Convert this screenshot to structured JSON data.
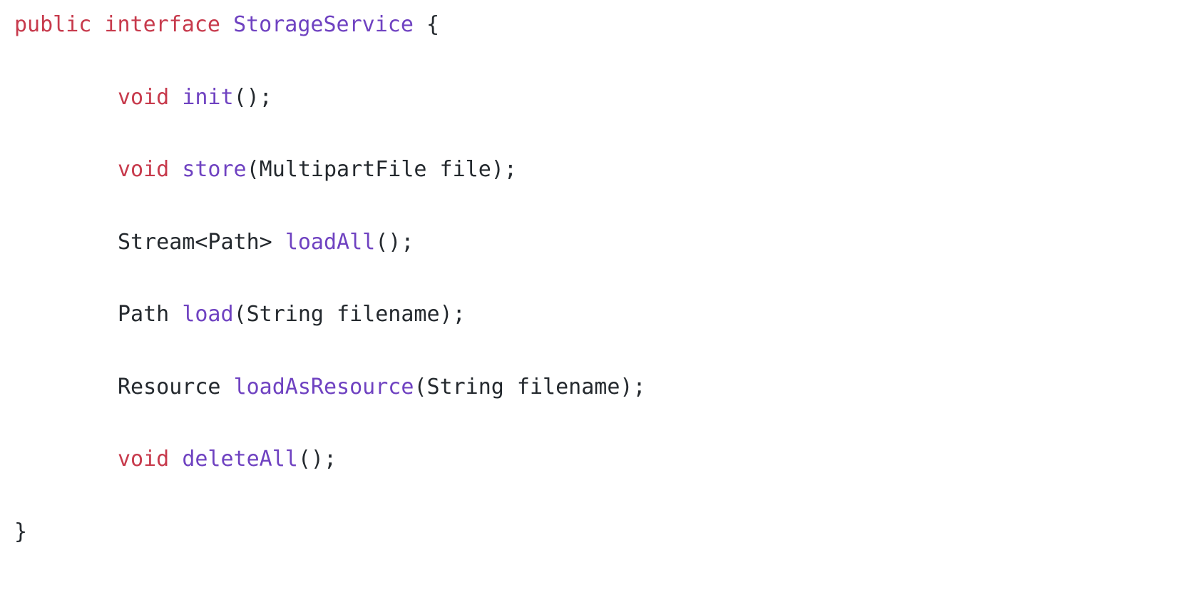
{
  "colors": {
    "keyword": "#c73a4c",
    "identifier": "#6f42c1",
    "plain": "#24292e",
    "background": "#ffffff"
  },
  "code": {
    "line1": {
      "kw1": "public",
      "kw2": "interface",
      "name": "StorageService",
      "brace": "{"
    },
    "line2": {
      "type": "void",
      "method": "init",
      "rest": "();"
    },
    "line3": {
      "type": "void",
      "method": "store",
      "rest": "(MultipartFile file);"
    },
    "line4": {
      "type": "Stream<Path>",
      "method": "loadAll",
      "rest": "();"
    },
    "line5": {
      "type": "Path",
      "method": "load",
      "rest": "(String filename);"
    },
    "line6": {
      "type": "Resource",
      "method": "loadAsResource",
      "rest": "(String filename);"
    },
    "line7": {
      "type": "void",
      "method": "deleteAll",
      "rest": "();"
    },
    "line8": {
      "brace": "}"
    }
  }
}
